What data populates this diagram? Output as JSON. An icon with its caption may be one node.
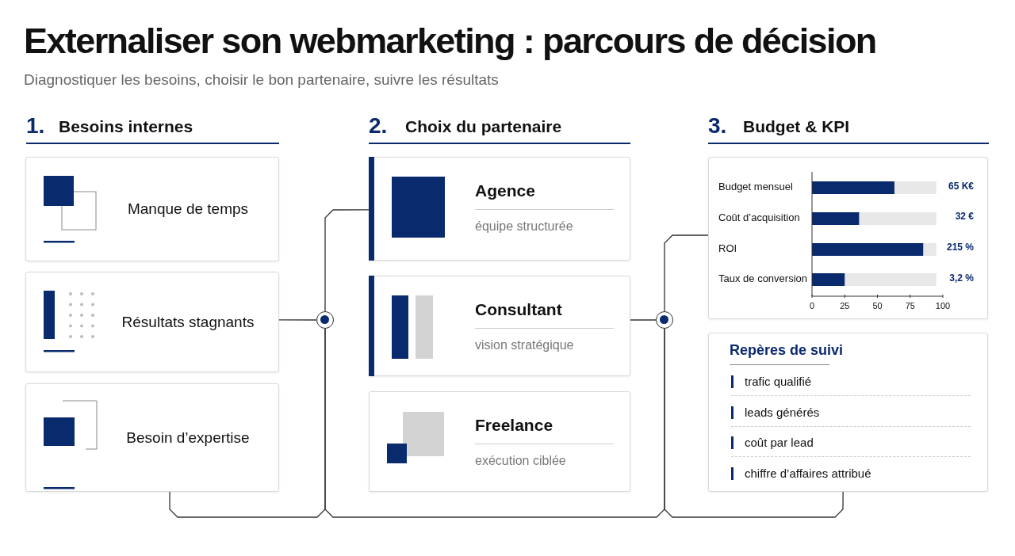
{
  "diagram": {
    "title": "Externaliser son webmarketing : parcours de décision",
    "nodes": [
      {
        "text": [
          "Manque de temps"
        ]
      },
      {
        "text": [
          "Résultats stagnants"
        ]
      },
      {
        "text": [
          "Besoin d’expertise"
        ]
      },
      {
        "text": [],
        "shape": "circle"
      },
      {
        "text": [
          "Agence",
          "équipe structurée"
        ]
      },
      {
        "text": [
          "Consultant",
          "vision stratégique"
        ]
      },
      {
        "text": [
          "Freelance",
          "exécution ciblée"
        ]
      },
      {
        "text": [],
        "shape": "circle"
      },
      {
        "text": [],
        "shape": "box"
      },
      {
        "text": [
          "Repères de suivi",
          "trafic qualifié",
          "leads générés",
          "coût par lead",
          "chiffre d’affaires attribué"
        ]
      }
    ],
    "edges": [
      {
        "from": 1,
        "to": 3,
        "arrow": "none"
      },
      {
        "from": 3,
        "to": 4,
        "arrow": "none"
      },
      {
        "from": 2,
        "to": 3,
        "arrow": "none"
      },
      {
        "from": 5,
        "to": 7,
        "arrow": "none"
      },
      {
        "from": 7,
        "to": 8,
        "arrow": "none"
      },
      {
        "from": 3,
        "to": 7,
        "arrow": "none"
      },
      {
        "from": 7,
        "to": 9,
        "arrow": "none"
      }
    ],
    "labels": [
      "Diagnostiquer les besoins, choisir le bon partenaire, suivre les résultats",
      "1.",
      "Besoins internes",
      "2.",
      "Choix du partenaire",
      "3.",
      "Budget & KPI",
      "65 K€",
      "32 €",
      "215 %",
      "3,2 %"
    ],
    "chart_data": {
      "type": "bar",
      "orientation": "horizontal",
      "categories": [
        "Budget mensuel",
        "Coût d’acquisition",
        "ROI",
        "Taux de conversion"
      ],
      "values": [
        63,
        36,
        85,
        25
      ],
      "xlim": [
        0,
        100
      ],
      "xticks": [
        0,
        25,
        50,
        75,
        100
      ]
    }
  }
}
